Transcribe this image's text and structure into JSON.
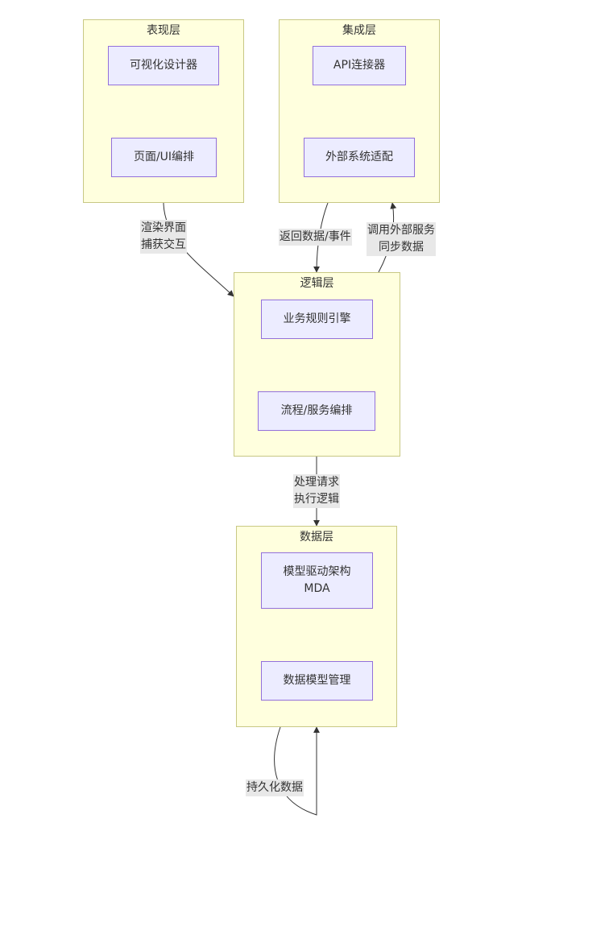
{
  "clusters": {
    "presentation": "表现层",
    "integration": "集成层",
    "logic": "逻辑层",
    "data": "数据层"
  },
  "nodes": {
    "visual_designer": "可视化设计器",
    "page_ui": "页面/UI编排",
    "api_connector": "API连接器",
    "external_adapter": "外部系统适配",
    "rules_engine": "业务规则引擎",
    "process_orchestration": "流程/服务编排",
    "mda_line1": "模型驱动架构",
    "mda_line2": "MDA",
    "data_model_mgmt": "数据模型管理"
  },
  "edge_labels": {
    "render_line1": "渲染界面",
    "render_line2": "捕获交互",
    "return_data": "返回数据/事件",
    "call_line1": "调用外部服务",
    "call_line2": "同步数据",
    "process_line1": "处理请求",
    "process_line2": "执行逻辑",
    "persist": "持久化数据"
  },
  "colors": {
    "cluster_fill": "#ffffde",
    "cluster_stroke": "#c8c884",
    "node_fill": "#ececff",
    "node_stroke": "#9370db",
    "edge": "#333333",
    "label_bg": "#e8e8e8"
  }
}
